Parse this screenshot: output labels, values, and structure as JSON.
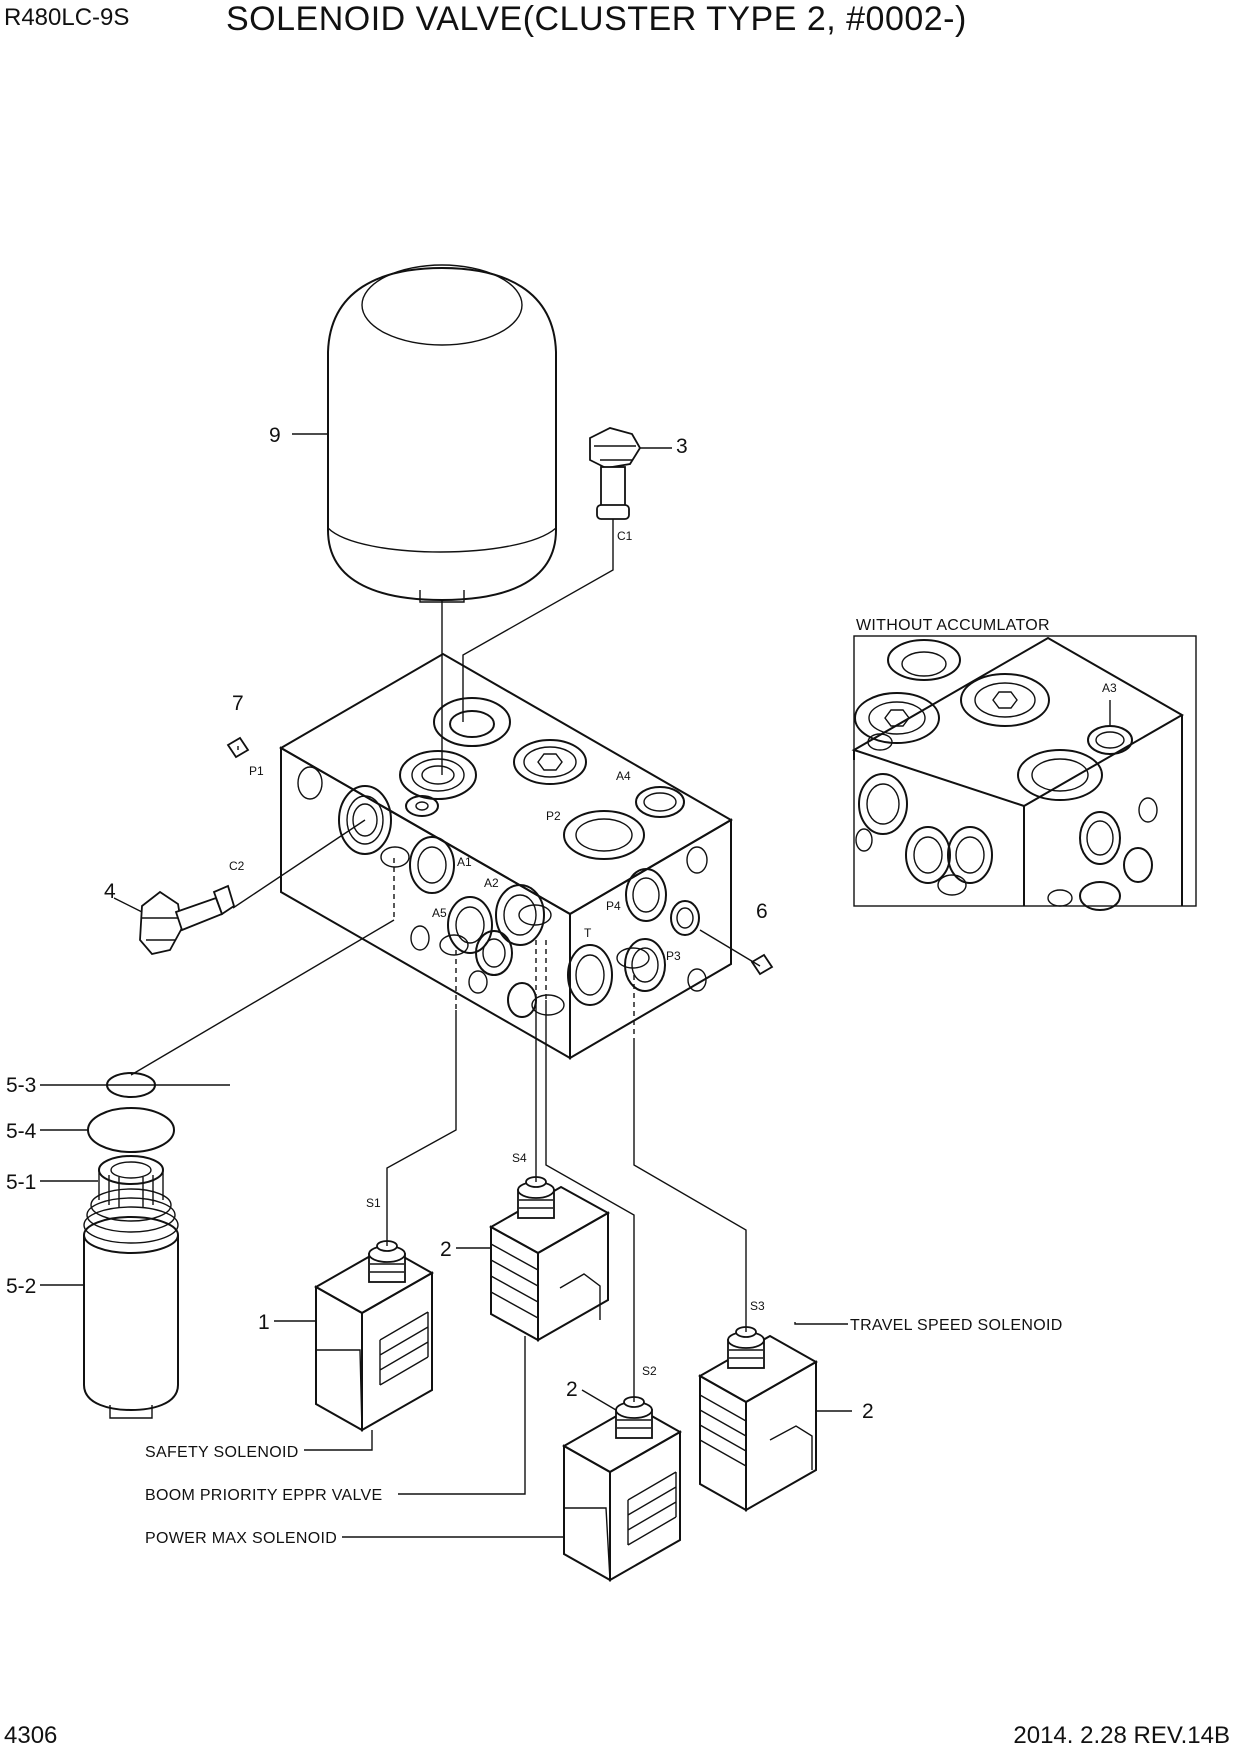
{
  "header": {
    "model": "R480LC-9S",
    "title": "SOLENOID VALVE(CLUSTER TYPE 2, #0002-)"
  },
  "footer": {
    "page_number": "4306",
    "revision": "2014. 2.28  REV.14B"
  },
  "inset": {
    "title": "WITHOUT ACCUMLATOR",
    "port_a3": "A3"
  },
  "callouts": {
    "c1": "1",
    "c2a": "2",
    "c2b": "2",
    "c2c": "2",
    "c3": "3",
    "c4": "4",
    "c6": "6",
    "c7": "7",
    "c9": "9",
    "c5_1": "5-1",
    "c5_2": "5-2",
    "c5_3": "5-3",
    "c5_4": "5-4"
  },
  "ports": {
    "p1": "P1",
    "p2": "P2",
    "p3": "P3",
    "p4": "P4",
    "t": "T",
    "a1": "A1",
    "a2": "A2",
    "a4": "A4",
    "a5": "A5",
    "c1": "C1",
    "c2": "C2",
    "s1": "S1",
    "s2": "S2",
    "s3": "S3",
    "s4": "S4"
  },
  "labels": {
    "safety": "SAFETY SOLENOID",
    "boom": "BOOM PRIORITY EPPR VALVE",
    "power": "POWER MAX SOLENOID",
    "travel": "TRAVEL SPEED SOLENOID"
  }
}
